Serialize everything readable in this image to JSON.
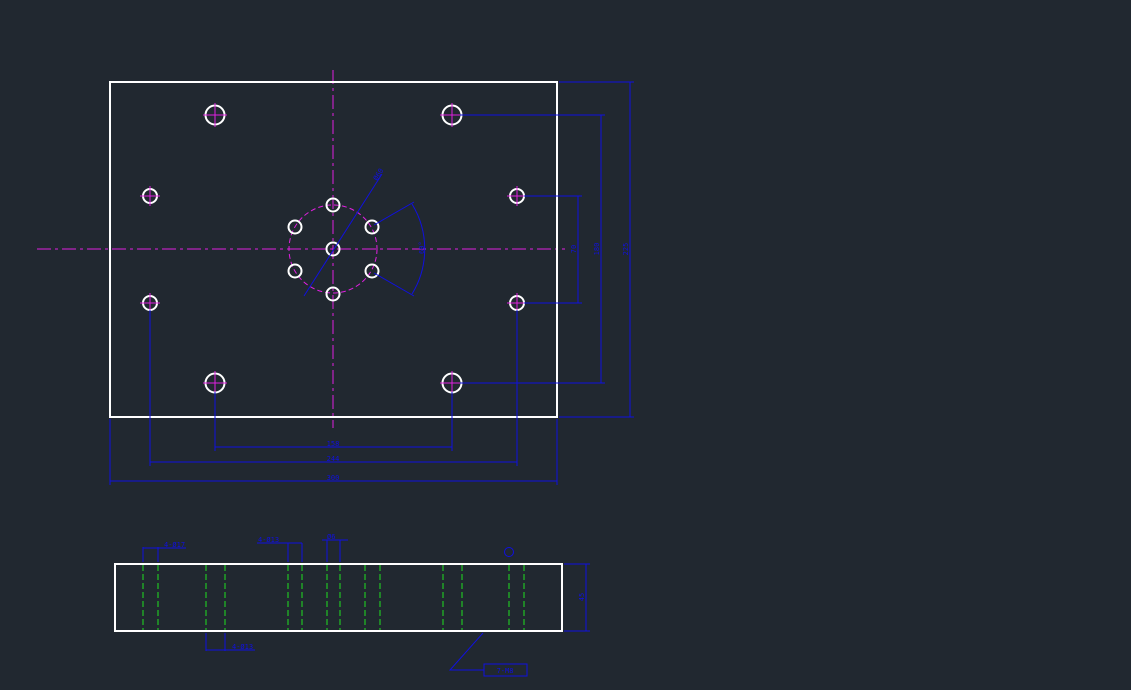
{
  "drawing": {
    "colors": {
      "background": "#212830",
      "outline": "#ffffff",
      "dimension": "#1010e0",
      "centerline": "#e020e0",
      "hidden": "#20e020"
    },
    "plan_dimensions": {
      "bottom_inner": "158",
      "bottom_middle": "244",
      "bottom_overall": "300",
      "right_inner": "70",
      "right_middle": "180",
      "right_overall": "225",
      "bolt_circle_diameter": "Ø60",
      "bolt_circle_angle": "60°"
    },
    "section_labels": {
      "hole_callout_left": "4-Ø17",
      "hole_callout_middle": "4-Ø13",
      "hole_callout_small": "Ø6",
      "hole_callout_bottom": "4-Ø13",
      "thickness": "45",
      "leader_note": "7-M8"
    }
  }
}
